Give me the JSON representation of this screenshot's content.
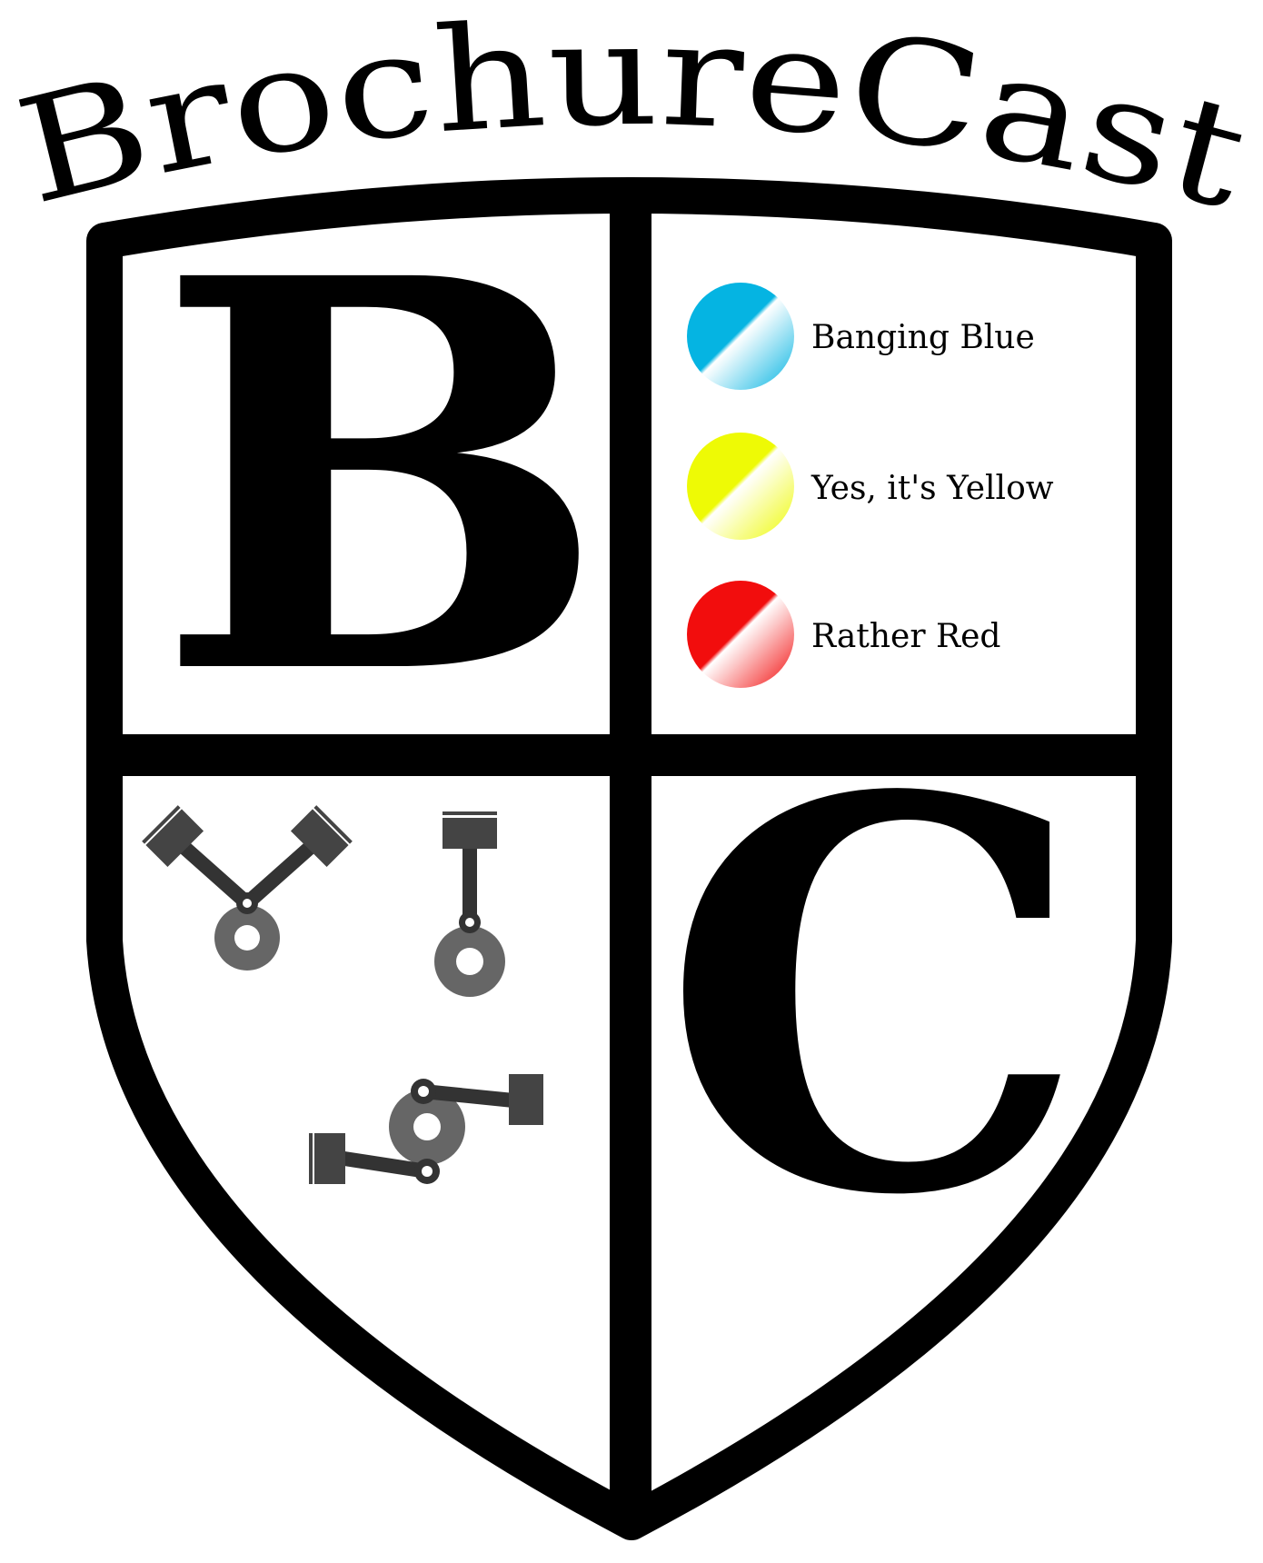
{
  "logo": {
    "brand_name": "BrochureCast",
    "letter_top_left": "B",
    "letter_bottom_right": "C",
    "legend": [
      {
        "label": "Banging Blue",
        "color": "#05b4e2"
      },
      {
        "label": "Yes, it's Yellow",
        "color": "#eefa05"
      },
      {
        "label": "Rather Red",
        "color": "#f20d0d"
      }
    ],
    "engine_icons": [
      "v-twin-engine-icon",
      "single-piston-icon",
      "flat-twin-engine-icon"
    ],
    "colors": {
      "outline": "#000000",
      "background": "#ffffff",
      "engine": "#666666"
    }
  }
}
